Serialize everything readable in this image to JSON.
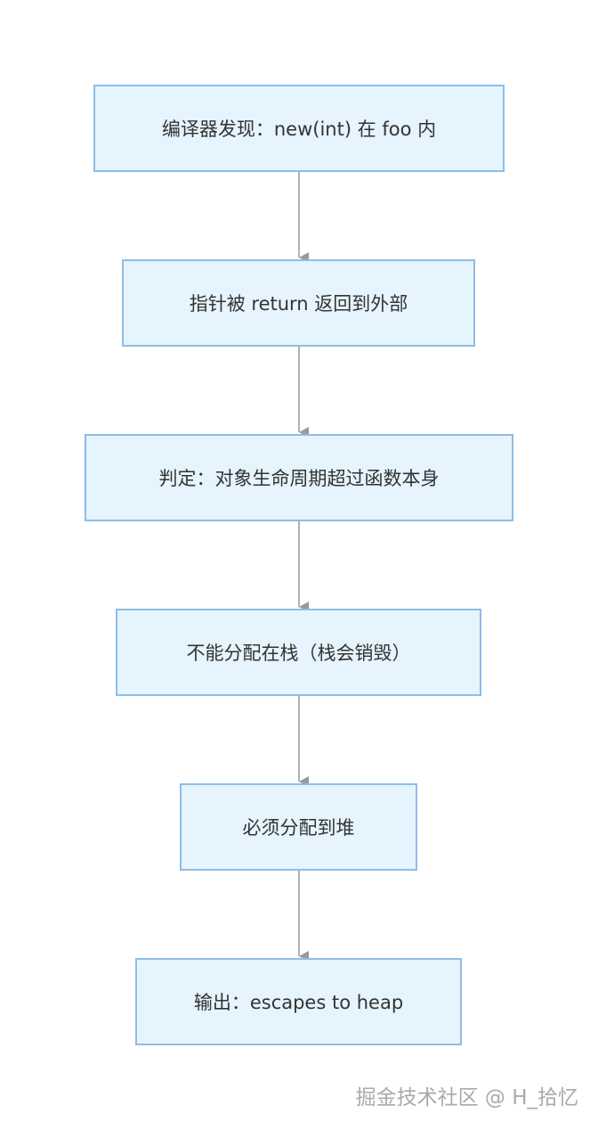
{
  "diagram": {
    "type": "flowchart",
    "direction": "top-to-bottom",
    "node_fill": "#e5f4fd",
    "node_border": "#8fbde6",
    "edge_color": "#999999",
    "nodes": [
      {
        "id": "n1",
        "label": "编译器发现：new(int) 在 foo 内"
      },
      {
        "id": "n2",
        "label": "指针被 return 返回到外部"
      },
      {
        "id": "n3",
        "label": "判定：对象生命周期超过函数本身"
      },
      {
        "id": "n4",
        "label": "不能分配在栈（栈会销毁）"
      },
      {
        "id": "n5",
        "label": "必须分配到堆"
      },
      {
        "id": "n6",
        "label": "输出：escapes to heap"
      }
    ],
    "edges": [
      {
        "from": "n1",
        "to": "n2"
      },
      {
        "from": "n2",
        "to": "n3"
      },
      {
        "from": "n3",
        "to": "n4"
      },
      {
        "from": "n4",
        "to": "n5"
      },
      {
        "from": "n5",
        "to": "n6"
      }
    ]
  },
  "watermark": "掘金技术社区 @ H_拾忆"
}
